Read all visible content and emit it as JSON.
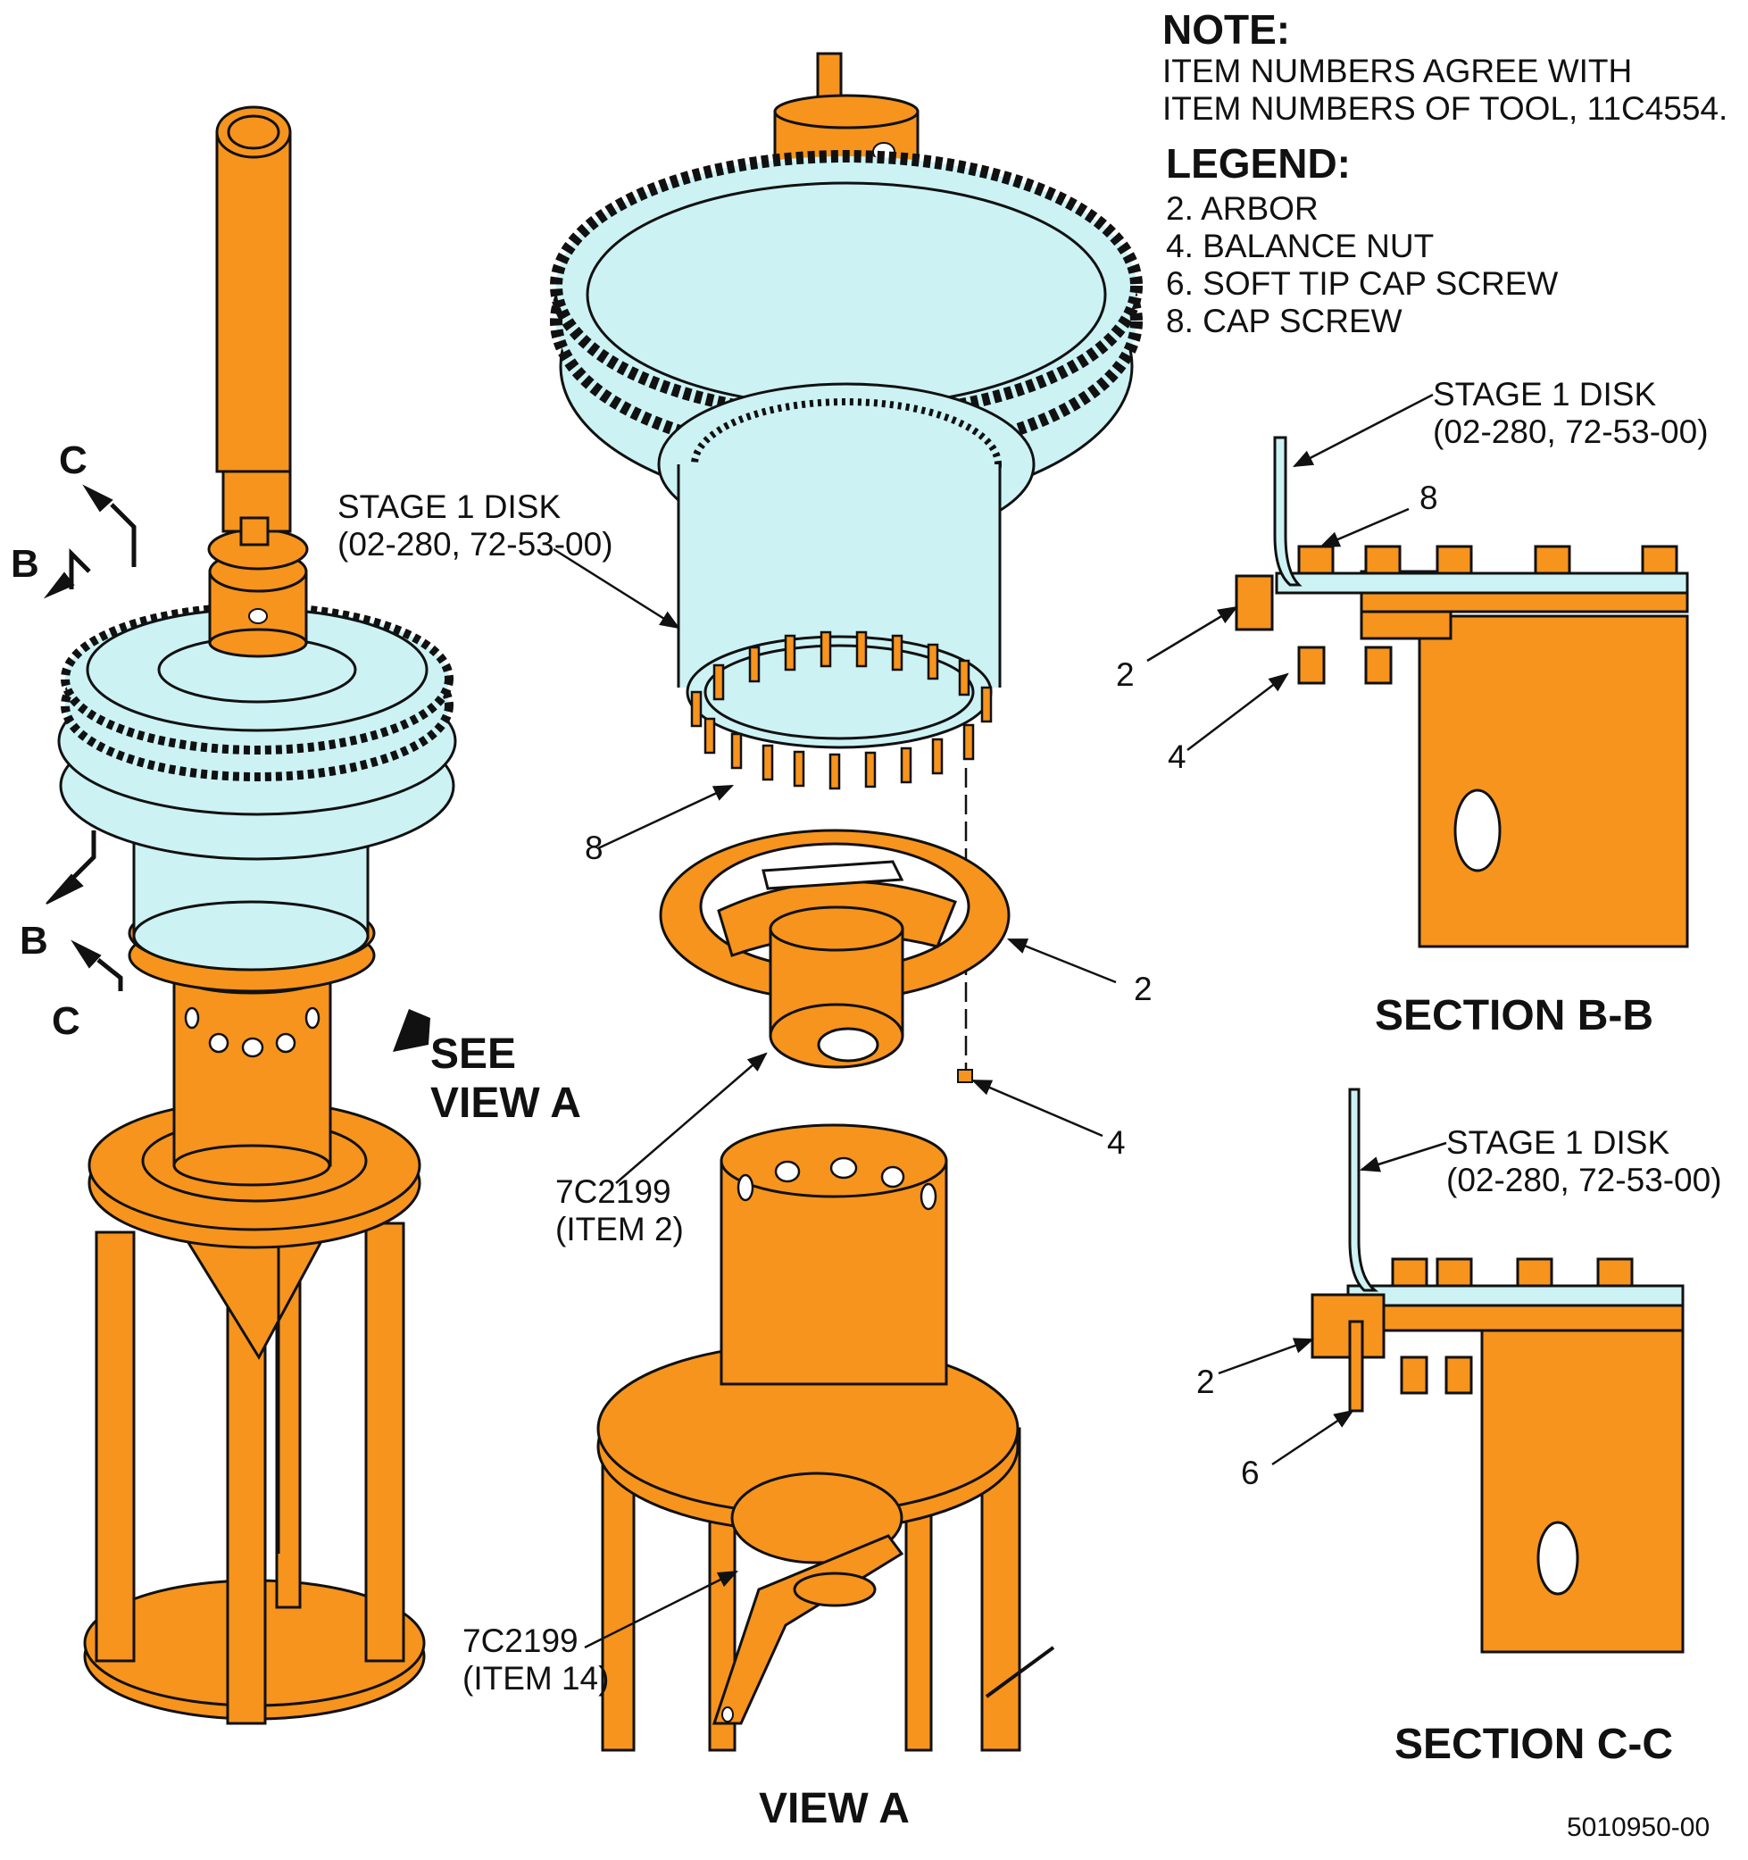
{
  "note": {
    "heading": "NOTE:",
    "lines": [
      "ITEM NUMBERS AGREE WITH",
      "ITEM NUMBERS OF TOOL, 11C4554."
    ]
  },
  "legend": {
    "heading": "LEGEND:",
    "items": [
      "2. ARBOR",
      "4. BALANCE NUT",
      "6. SOFT TIP CAP SCREW",
      "8. CAP SCREW"
    ]
  },
  "left_view": {
    "cut_labels": {
      "c_top": "C",
      "b_top": "B",
      "b_bottom": "B",
      "c_bottom": "C"
    },
    "see_view": [
      "SEE",
      "VIEW A"
    ]
  },
  "center_view": {
    "stage_disk": [
      "STAGE 1 DISK",
      "(02-280, 72-53-00)"
    ],
    "callout_8": "8",
    "callout_2": "2",
    "callout_4": "4",
    "item2_ref": [
      "7C2199",
      "(ITEM 2)"
    ],
    "item14_ref": [
      "7C2199",
      "(ITEM 14)"
    ],
    "title": "VIEW A"
  },
  "section_bb": {
    "stage_disk": [
      "STAGE 1 DISK",
      "(02-280, 72-53-00)"
    ],
    "callout_8": "8",
    "callout_2": "2",
    "callout_4": "4",
    "title": "SECTION B-B"
  },
  "section_cc": {
    "stage_disk": [
      "STAGE 1 DISK",
      "(02-280, 72-53-00)"
    ],
    "callout_2": "2",
    "callout_6": "6",
    "title": "SECTION C-C"
  },
  "drawing_number": "5010950-00",
  "colors": {
    "orange": "#F7941D",
    "light_blue": "#CCF2F4",
    "outline": "#111111"
  }
}
